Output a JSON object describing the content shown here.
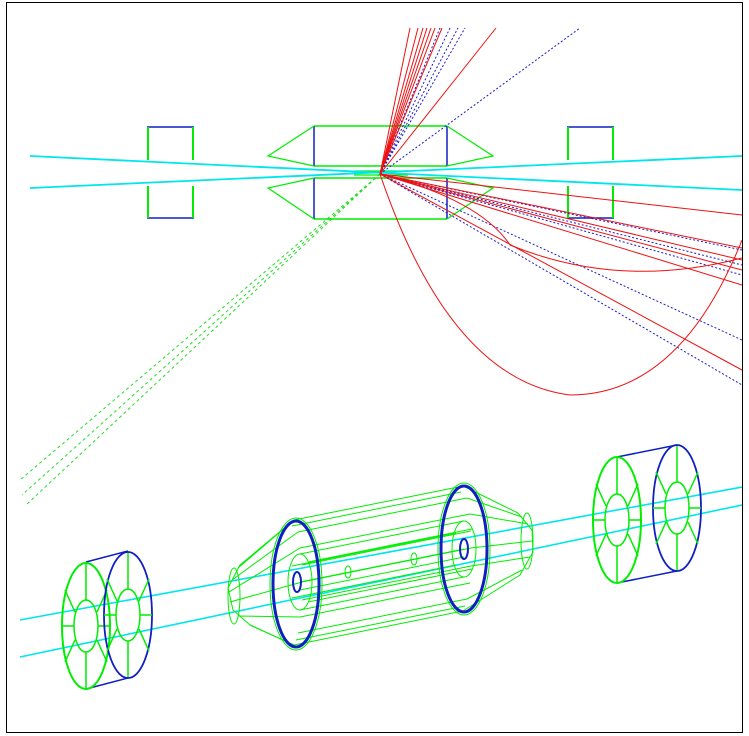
{
  "colors": {
    "background": "#ffffff",
    "frame": "#000000",
    "detector_outline": "#00ee00",
    "detector_edge": "#1020c0",
    "beam": "#00e5ee",
    "charged_track": "#ee1111",
    "neutral_track": "#1a1acc",
    "forward_track": "#22dd22"
  },
  "views": [
    {
      "id": "side-view",
      "kind": "2d-projection"
    },
    {
      "id": "perspective-view",
      "kind": "3d-wireframe"
    }
  ],
  "legend": []
}
